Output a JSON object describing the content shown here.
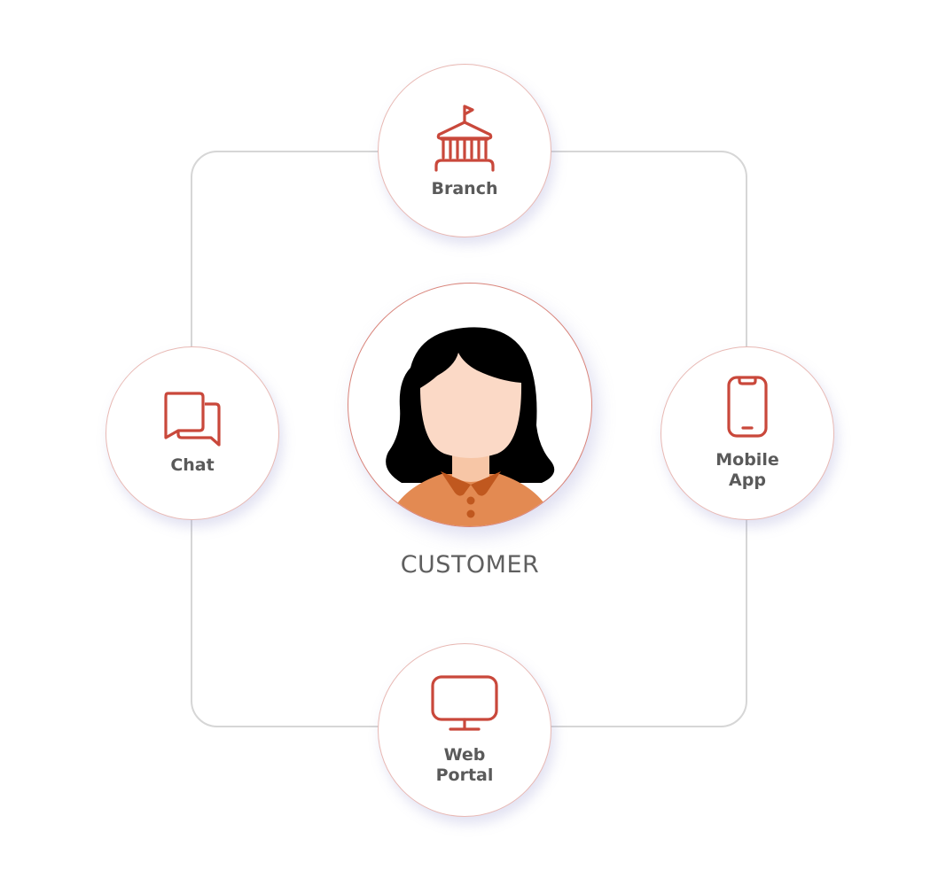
{
  "colors": {
    "accent": "#c9483b",
    "label": "#5a5a5a",
    "frame": "#d6d6d6",
    "circle_border": "#e8b8b3",
    "hair": "#000000",
    "skin": "#fbd9c6",
    "neck": "#f7c6a6",
    "shirt": "#e38a52",
    "collar": "#c0581f"
  },
  "center": {
    "label": "CUSTOMER",
    "icon": "woman-avatar-icon"
  },
  "channels": [
    {
      "id": "branch",
      "label": "Branch",
      "icon": "bank-building-icon"
    },
    {
      "id": "chat",
      "label": "Chat",
      "icon": "chat-bubbles-icon"
    },
    {
      "id": "mobile",
      "label": "Mobile\nApp",
      "icon": "smartphone-icon"
    },
    {
      "id": "web",
      "label": "Web\nPortal",
      "icon": "monitor-icon"
    }
  ]
}
